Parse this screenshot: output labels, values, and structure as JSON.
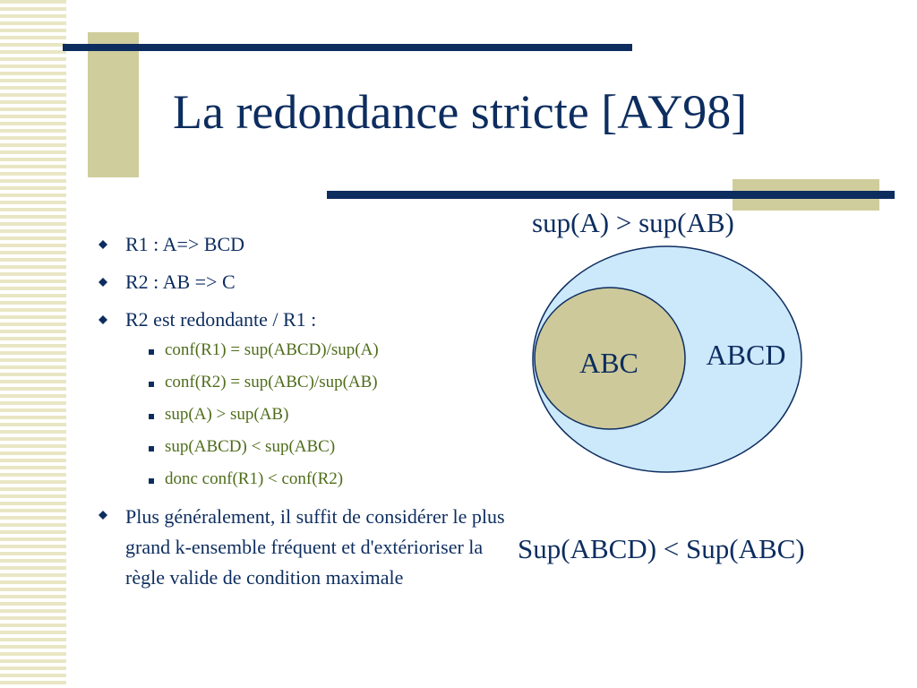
{
  "slide": {
    "title": "La redondance stricte [AY98]",
    "bullets": [
      {
        "text": "R1 : A=> BCD"
      },
      {
        "text": "R2 : AB => C"
      },
      {
        "text": "R2 est redondante / R1 :"
      },
      {
        "text": "Plus généralement, il suffit de considérer le plus grand k-ensemble fréquent et d'extérioriser la règle valide de condition maximale"
      }
    ],
    "sub_bullets": [
      "conf(R1) = sup(ABCD)/sup(A)",
      "conf(R2) = sup(ABC)/sup(AB)",
      "sup(A) > sup(AB)",
      "sup(ABCD) < sup(ABC)",
      "donc conf(R1) < conf(R2)"
    ]
  },
  "diagram": {
    "top_label": "sup(A) > sup(AB)",
    "bottom_label": "Sup(ABCD) < Sup(ABC)",
    "outer_label": "ABCD",
    "inner_label": "ABC",
    "outer_color": "#cce8fb",
    "inner_color": "#cdc99a"
  },
  "colors": {
    "title": "#0d2d5f",
    "sub_text": "#4f6d1a",
    "accent_tan": "#cfcd9c"
  }
}
